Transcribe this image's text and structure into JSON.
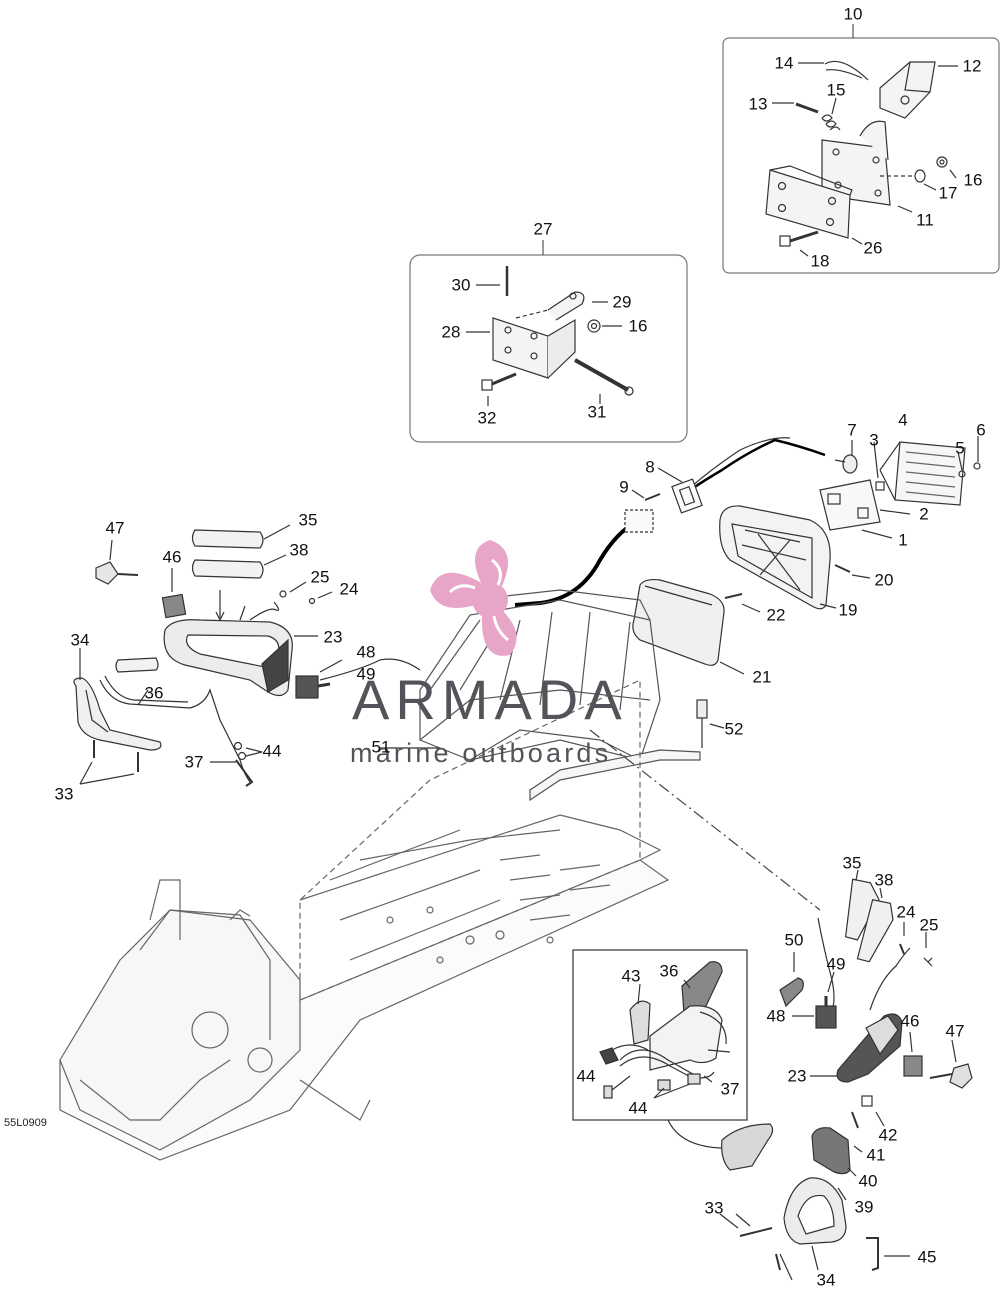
{
  "diagram": {
    "drawing_code": "55L0909",
    "callouts": {
      "c10": "10",
      "c14": "14",
      "c12": "12",
      "c13": "13",
      "c15": "15",
      "c16a": "16",
      "c17": "17",
      "c11": "11",
      "c26": "26",
      "c18": "18",
      "c27": "27",
      "c30": "30",
      "c29": "29",
      "c28": "28",
      "c16b": "16",
      "c32": "32",
      "c31": "31",
      "c7": "7",
      "c4": "4",
      "c3": "3",
      "c5": "5",
      "c6": "6",
      "c8": "8",
      "c9": "9",
      "c2": "2",
      "c1": "1",
      "c20": "20",
      "c22": "22",
      "c19": "19",
      "c21": "21",
      "c35a": "35",
      "c47a": "47",
      "c38a": "38",
      "c46a": "46",
      "c25a": "25",
      "c24a": "24",
      "c23a": "23",
      "c34a": "34",
      "c48a": "48",
      "c49a": "49",
      "c36a": "36",
      "c44a": "44",
      "c37a": "37",
      "c33a": "33",
      "c51": "51",
      "c52": "52",
      "c35b": "35",
      "c38b": "38",
      "c24b": "24",
      "c25b": "25",
      "c50": "50",
      "c49b": "49",
      "c43": "43",
      "c36b": "36",
      "c46b": "46",
      "c47b": "47",
      "c48b": "48",
      "c23b": "23",
      "c44b": "44",
      "c44c": "44",
      "c37b": "37",
      "c42": "42",
      "c41": "41",
      "c40": "40",
      "c39": "39",
      "c33b": "33",
      "c45": "45",
      "c34b": "34"
    }
  },
  "watermark": {
    "name": "ARMADA",
    "tagline": "marine outboards",
    "logo_color": "#e7a6c8",
    "text_color": "#55535a"
  }
}
